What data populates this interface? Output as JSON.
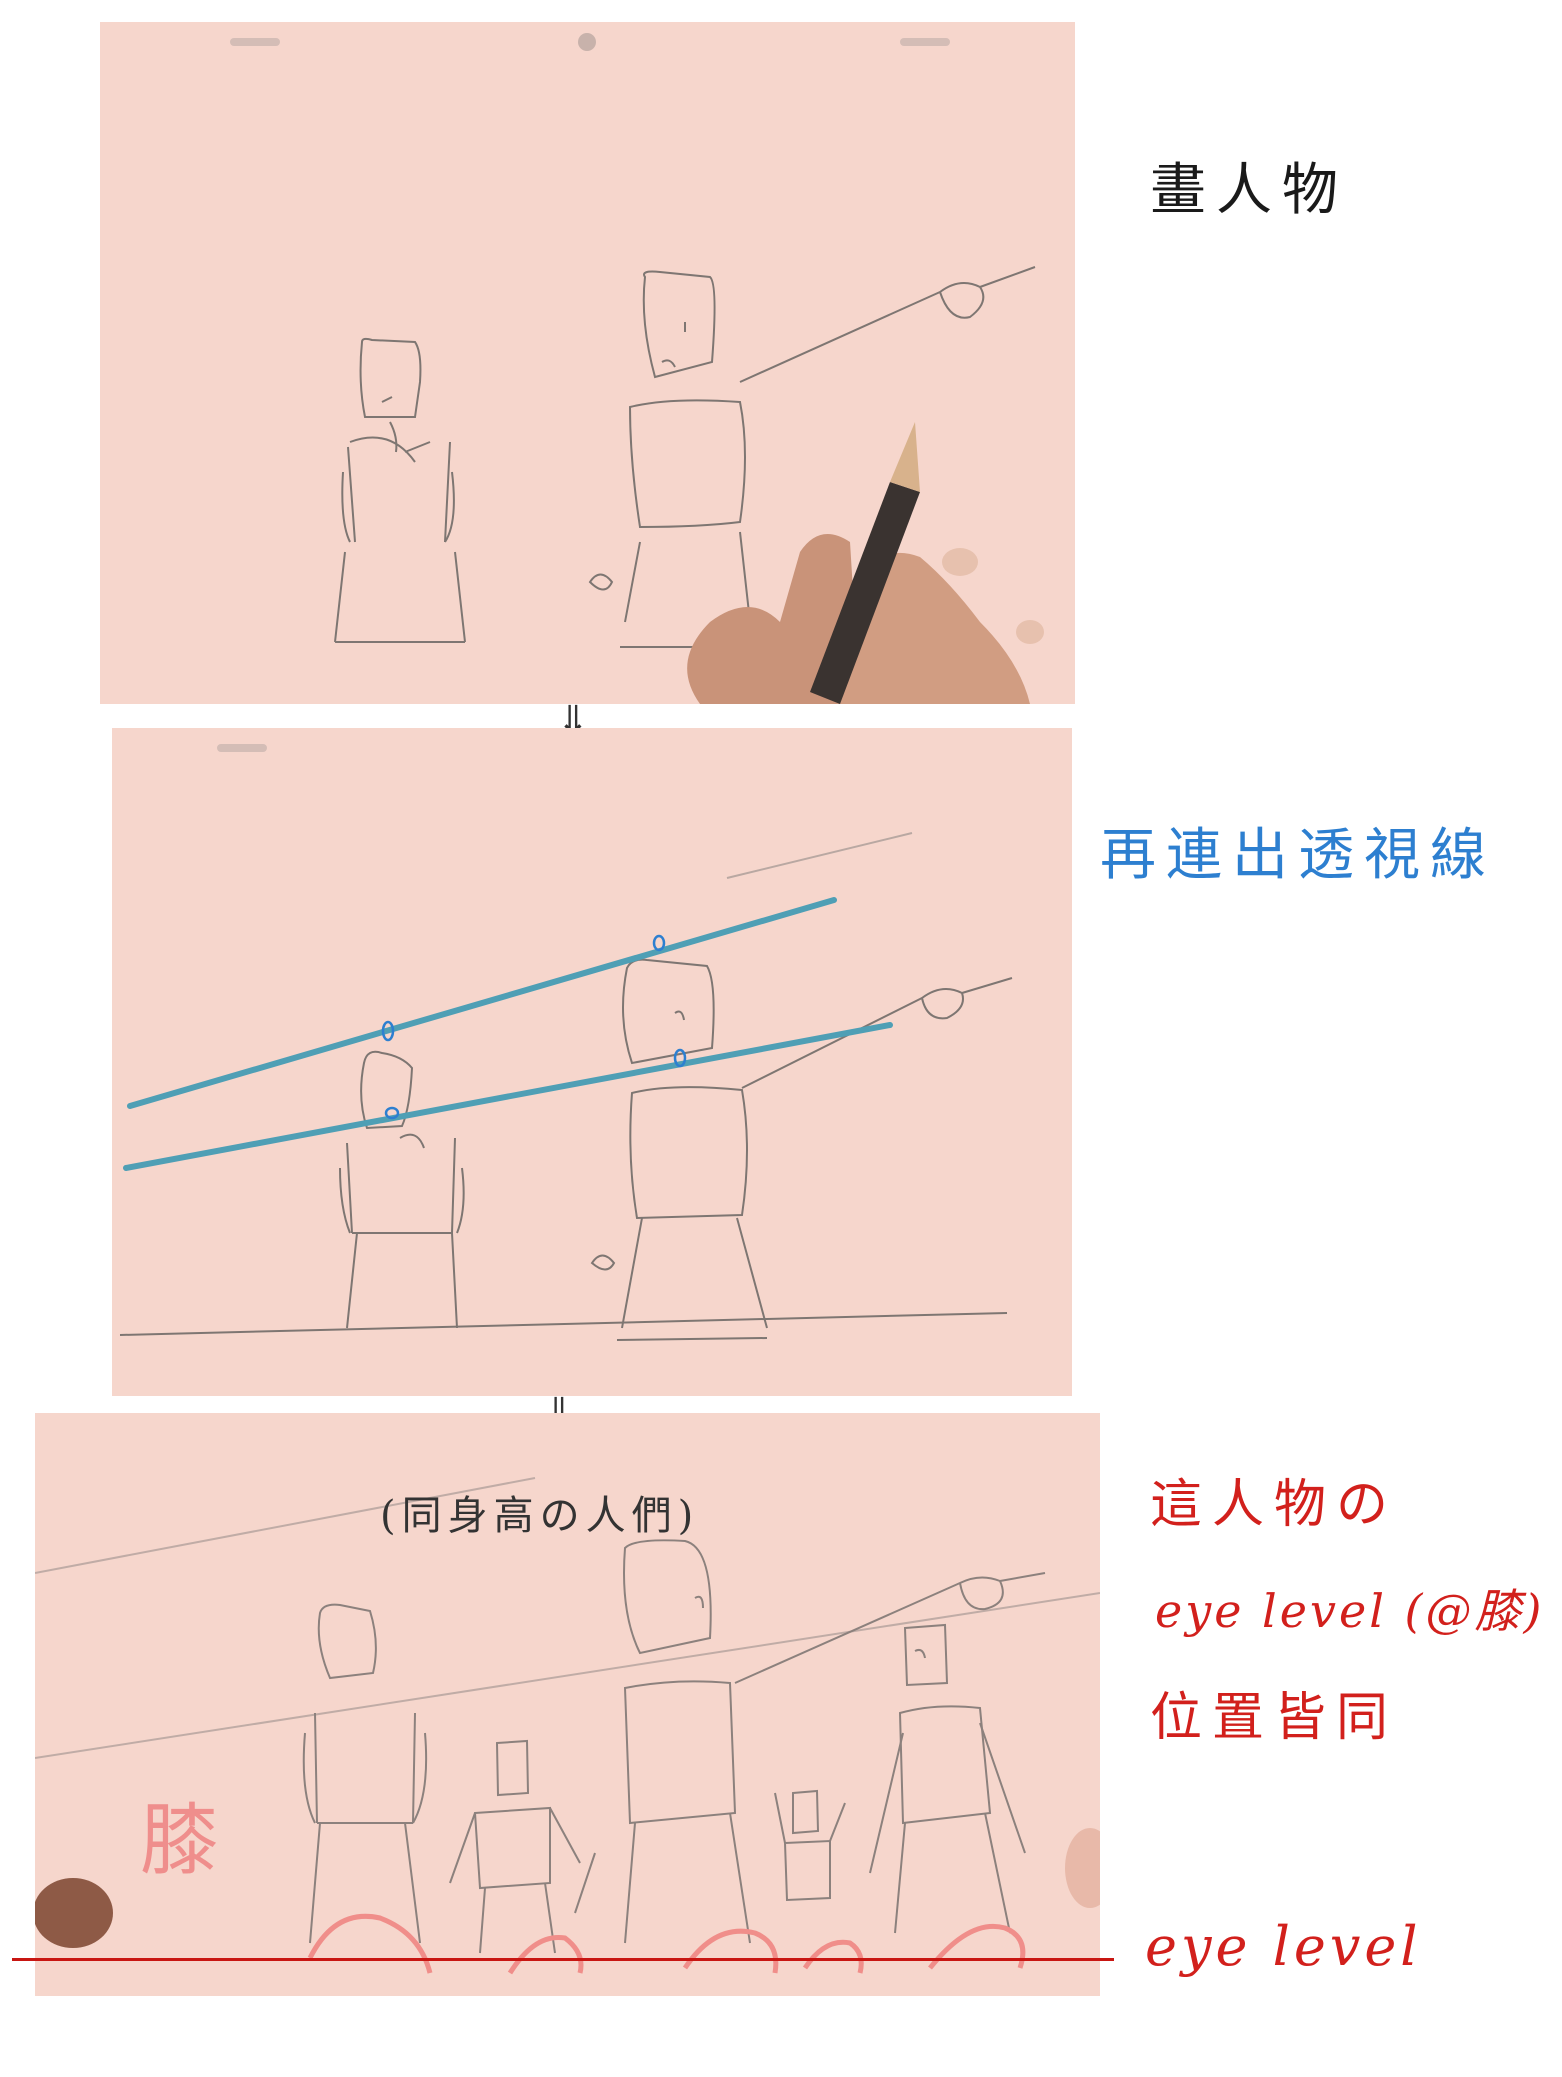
{
  "step1": {
    "caption": "畫人物"
  },
  "step2": {
    "caption": "再連出透視線"
  },
  "step3": {
    "caption_lines": [
      "這人物の",
      "eye level (@膝)",
      "位置皆同"
    ],
    "paper_label": "(同身高の人們)",
    "knee_mark": "膝",
    "eye_level_label": "eye level"
  },
  "arrows": {
    "down": "⇓"
  },
  "colors": {
    "paper": "#f6d6cc",
    "perspective_line": "#4f9fb5",
    "annotation_blue": "#2d7fd0",
    "annotation_red": "#d2201c"
  }
}
